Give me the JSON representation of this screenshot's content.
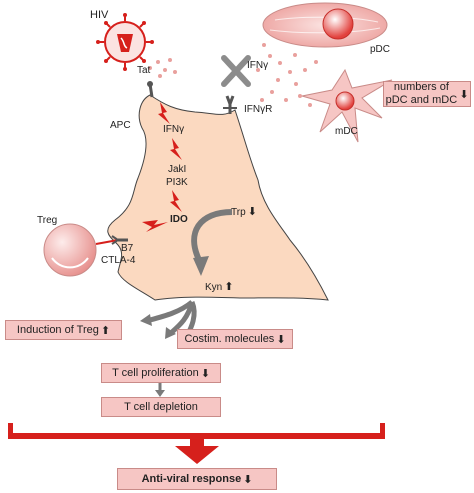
{
  "labels": {
    "hiv": "HIV",
    "tat": "Tat",
    "ifng_top": "IFNγ",
    "pdc": "pDC",
    "ifngr": "IFNγR",
    "mdc": "mDC",
    "apc": "APC",
    "ifng_inner": "IFNγ",
    "jak": "JakI",
    "pi3k": "PI3K",
    "ido": "IDO",
    "trp": "Trp",
    "treg": "Treg",
    "b7": "B7",
    "ctla4": "CTLA-4",
    "kyn": "Kyn"
  },
  "boxes": {
    "numbers": "numbers of pDC and mDC",
    "induction": "Induction of Treg",
    "costim": "Costim. molecules",
    "prolif": "T cell proliferation",
    "depletion": "T cell depletion",
    "antiviral": "Anti-viral response"
  },
  "colors": {
    "cell": "#fbd9c0",
    "pink": "#f6c6c4",
    "red": "#d6201c",
    "grey": "#808080"
  }
}
